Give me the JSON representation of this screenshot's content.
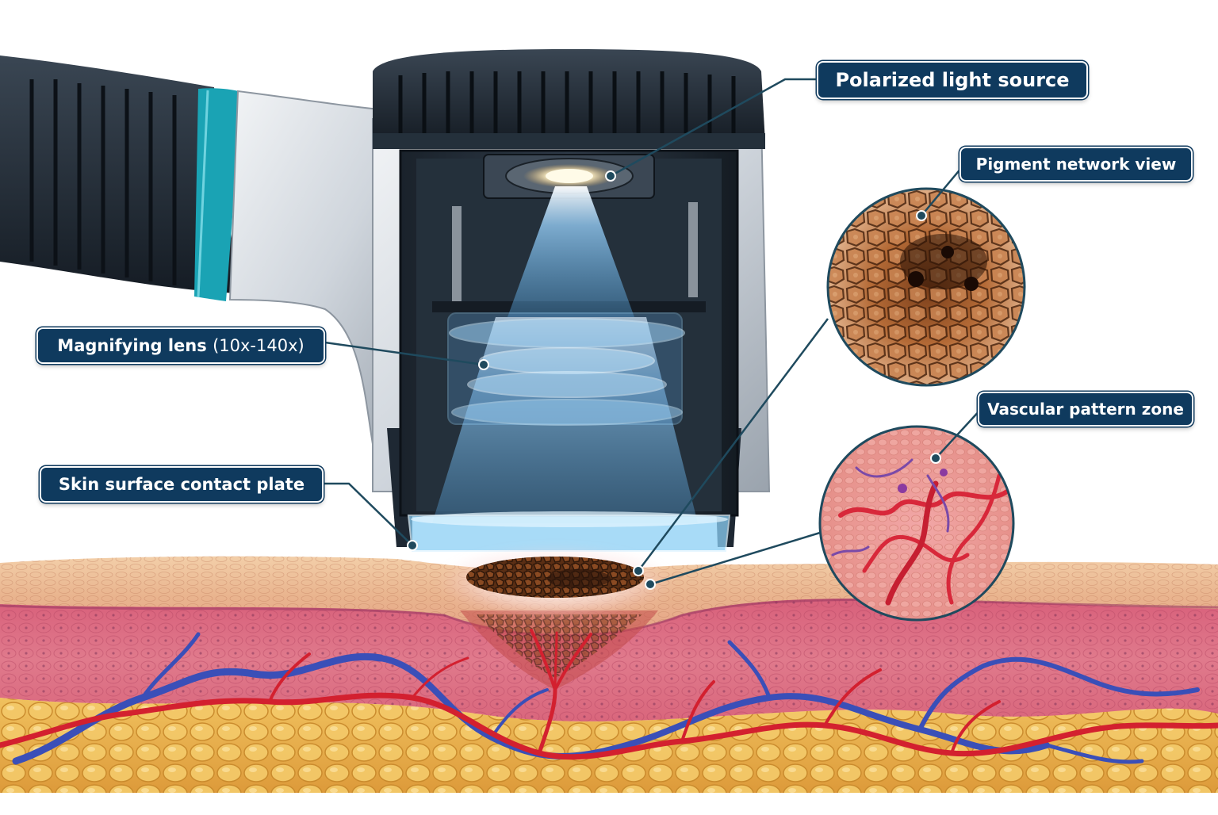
{
  "labels": {
    "polarized_light_source": "Polarized light source",
    "pigment_network_view": "Pigment network view",
    "magnifying_lens": "Magnifying lens",
    "magnifying_lens_range": "(10x-140x)",
    "vascular_pattern_zone": "Vascular pattern zone",
    "skin_contact_plate": "Skin surface contact plate"
  },
  "colors": {
    "label_bg": "#0f3a5e",
    "leader_line": "#1f4a5e",
    "accent_teal": "#1aa3b4",
    "device_dark": "#1e2833",
    "device_silver": "#d4d9df",
    "light_beam": "#8fd0ff",
    "skin_epidermis": "#e9b48e",
    "skin_dermis": "#d8667a",
    "fat_layer": "#e8b04a",
    "artery": "#d3202f",
    "vein": "#3a4fb8",
    "pigment": "#6b3a1c"
  }
}
